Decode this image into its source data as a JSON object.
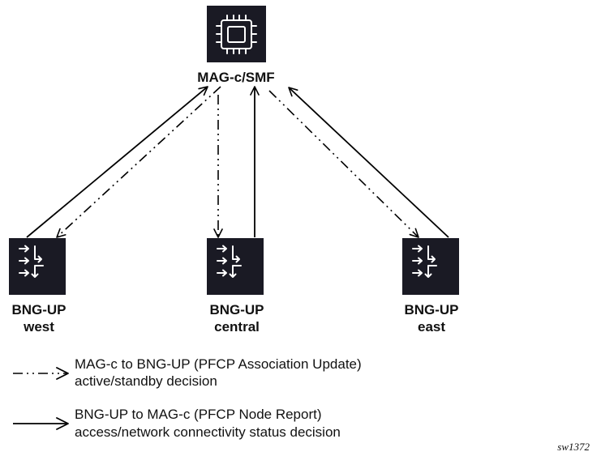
{
  "colors": {
    "node_fill": "#1a1a24",
    "icon_stroke": "#ffffff",
    "line": "#000000",
    "text": "#111111"
  },
  "controller": {
    "label": "MAG-c/SMF",
    "icon": "chip-icon"
  },
  "nodes": [
    {
      "id": "west",
      "label_line1": "BNG-UP",
      "label_line2": "west",
      "icon": "router-arrows-icon"
    },
    {
      "id": "central",
      "label_line1": "BNG-UP",
      "label_line2": "central",
      "icon": "router-arrows-icon"
    },
    {
      "id": "east",
      "label_line1": "BNG-UP",
      "label_line2": "east",
      "icon": "router-arrows-icon"
    }
  ],
  "connections": [
    {
      "from": "west",
      "to": "controller",
      "style": "solid"
    },
    {
      "from": "controller",
      "to": "west",
      "style": "dash-dot-dot"
    },
    {
      "from": "controller",
      "to": "central",
      "style": "dash-dot-dot"
    },
    {
      "from": "central",
      "to": "controller",
      "style": "solid"
    },
    {
      "from": "controller",
      "to": "east",
      "style": "dash-dot-dot"
    },
    {
      "from": "east",
      "to": "controller",
      "style": "solid"
    }
  ],
  "legend": [
    {
      "style": "dash-dot-dot",
      "line1": "MAG-c to BNG-UP (PFCP Association Update)",
      "line2": "active/standby decision"
    },
    {
      "style": "solid",
      "line1": "BNG-UP to MAG-c (PFCP Node Report)",
      "line2": "access/network connectivity status decision"
    }
  ],
  "figure_id": "sw1372"
}
